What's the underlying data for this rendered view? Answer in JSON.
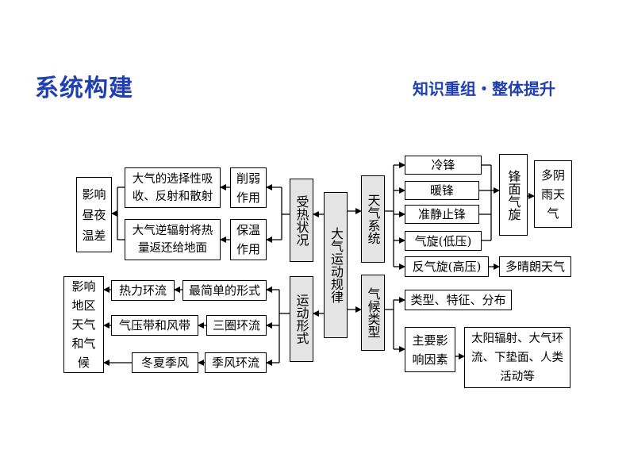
{
  "header": {
    "title": "系统构建",
    "subtitle": "知识重组・整体提升"
  },
  "center": "大气运动规律",
  "thermal": {
    "label": "受热状况",
    "weaken": "削弱作用",
    "weaken_desc": "大气的选择性吸收、反射和散射",
    "insulate": "保温作用",
    "insulate_desc": "大气逆辐射将热量返还给地面",
    "result": "影响昼夜温差"
  },
  "motion": {
    "label": "运动形式",
    "simplest": "最简单的形式",
    "thermal_circ": "热力环流",
    "three_cell": "三圈环流",
    "pressure_belts": "气压带和风带",
    "monsoon_circ": "季风环流",
    "monsoon": "冬夏季风",
    "result": "影响地区天气和气候"
  },
  "weather": {
    "label": "天气系统",
    "cold_front": "冷锋",
    "warm_front": "暖锋",
    "stationary_front": "准静止锋",
    "cyclone": "气旋(低压)",
    "anticyclone": "反气旋(高压)",
    "frontal_cyclone": "锋面气旋",
    "cloudy_rain": "多阴雨天气",
    "sunny": "多晴朗天气"
  },
  "climate": {
    "label": "气候类型",
    "types": "类型、特征、分布",
    "factors_label": "主要影响因素",
    "factors": "太阳辐射、大气环流、下垫面、人类活动等"
  }
}
